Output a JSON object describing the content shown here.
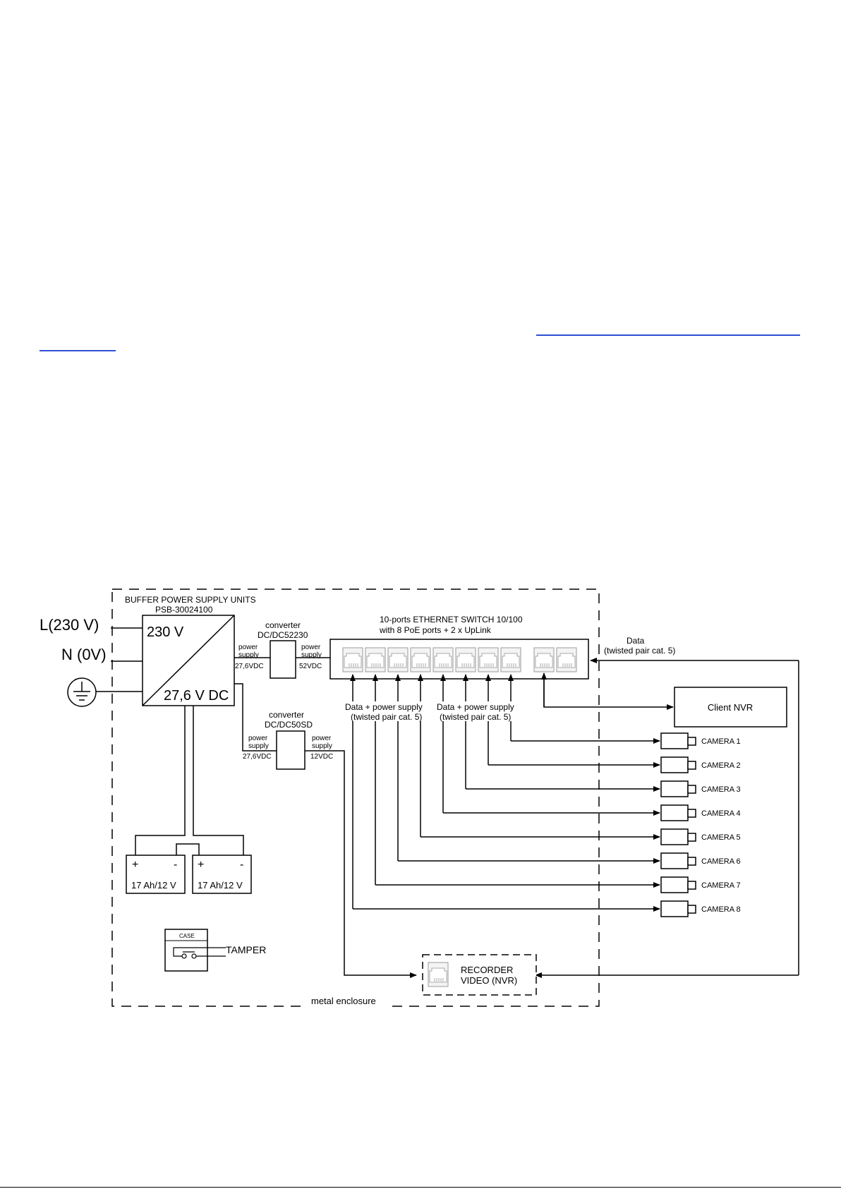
{
  "link_color": "#2f4fd6",
  "mains": {
    "L": "L(230 V)",
    "N": "N (0V)",
    "earth_icon": "protective-earth-icon"
  },
  "psu": {
    "header": "BUFFER POWER SUPPLY UNITS",
    "model": "PSB-30024100",
    "in_label": "230 V",
    "out_label": "27,6 V DC"
  },
  "converter1": {
    "caption": "converter",
    "model": "DC/DC52230",
    "in_label": [
      "power",
      "supply",
      "27,6VDC"
    ],
    "out_label": [
      "power",
      "supply",
      "52VDC"
    ]
  },
  "converter2": {
    "caption": "converter",
    "model": "DC/DC50SD",
    "in_label": [
      "power",
      "supply",
      "27,6VDC"
    ],
    "out_label": [
      "power",
      "supply",
      "12VDC"
    ]
  },
  "switch": {
    "title1": "10-ports ETHERNET SWITCH 10/100",
    "title2": "with 8 PoE ports + 2 x UpLink"
  },
  "data_label": {
    "line1": "Data",
    "line2": "(twisted pair cat. 5)"
  },
  "poe_label_left": {
    "line1": "Data + power supply",
    "line2": "(twisted pair cat. 5)"
  },
  "poe_label_right": {
    "line1": "Data + power supply",
    "line2": "(twisted pair cat. 5)"
  },
  "client_nvr": "Client NVR",
  "cameras": [
    "CAMERA 1",
    "CAMERA 2",
    "CAMERA 3",
    "CAMERA 4",
    "CAMERA 5",
    "CAMERA 6",
    "CAMERA 7",
    "CAMERA 8"
  ],
  "batteries": [
    {
      "plus": "+",
      "minus": "-",
      "rating": "17 Ah/12 V"
    },
    {
      "plus": "+",
      "minus": "-",
      "rating": "17 Ah/12 V"
    }
  ],
  "tamper": {
    "case": "CASE",
    "label": "TAMPER"
  },
  "recorder": {
    "line1": "RECORDER",
    "line2": "VIDEO (NVR)"
  },
  "enclosure": "metal enclosure"
}
